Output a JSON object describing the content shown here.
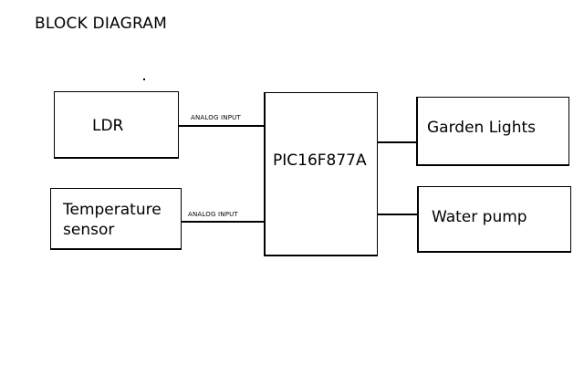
{
  "diagram": {
    "title": "BLOCK DIAGRAM",
    "nodes": {
      "ldr": {
        "label": "LDR"
      },
      "temperature_sensor": {
        "label_line1": "Temperature",
        "label_line2": "sensor"
      },
      "mcu": {
        "label": "PIC16F877A"
      },
      "garden_lights": {
        "label": "Garden Lights"
      },
      "water_pump": {
        "label": "Water pump"
      }
    },
    "edges": {
      "ldr_to_mcu": {
        "from": "LDR",
        "to": "PIC16F877A",
        "label": "ANALOG INPUT"
      },
      "temp_to_mcu": {
        "from": "Temperature sensor",
        "to": "PIC16F877A",
        "label": "ANALOG INPUT"
      },
      "mcu_to_lights": {
        "from": "PIC16F877A",
        "to": "Garden Lights",
        "label": ""
      },
      "mcu_to_pump": {
        "from": "PIC16F877A",
        "to": "Water pump",
        "label": ""
      }
    }
  }
}
